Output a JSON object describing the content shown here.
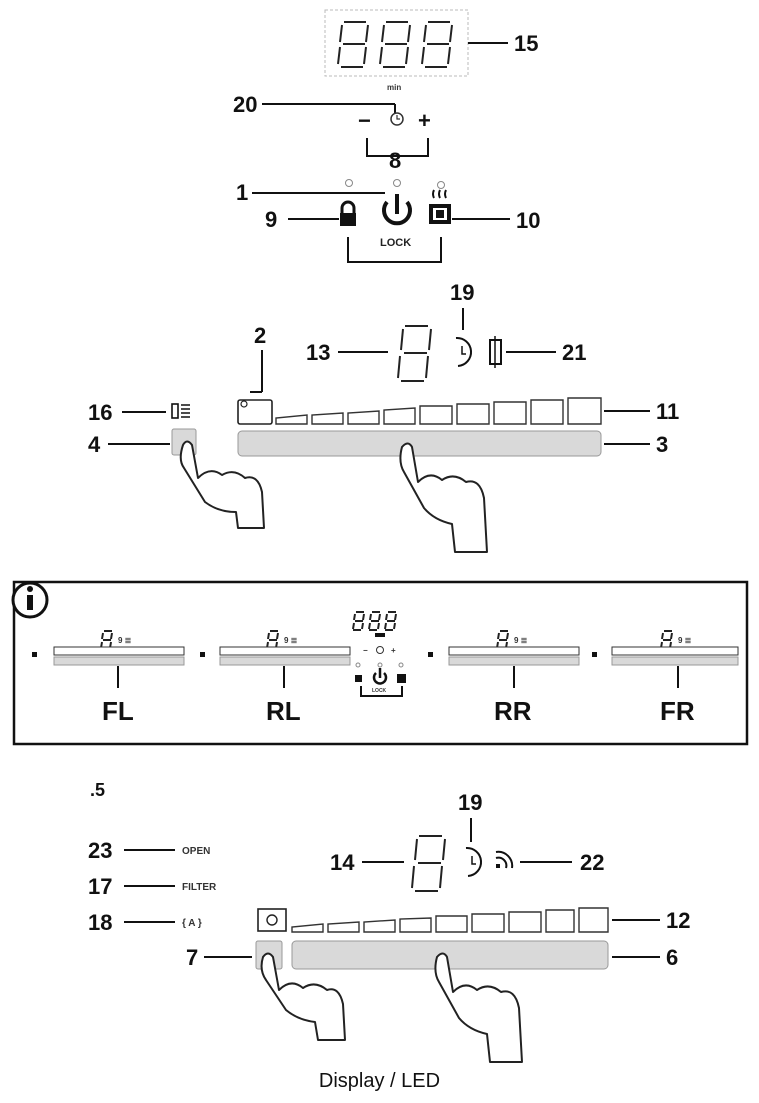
{
  "callouts": {
    "c15": "15",
    "c20": "20",
    "c8": "8",
    "c1": "1",
    "c9": "9",
    "c10": "10",
    "c19a": "19",
    "c2": "2",
    "c13": "13",
    "c21": "21",
    "c16": "16",
    "c11": "11",
    "c4": "4",
    "c3": "3",
    "c23": "23",
    "c19b": "19",
    "c14": "14",
    "c22": "22",
    "c17": "17",
    "c18": "18",
    "c12": "12",
    "c7": "7",
    "c6": "6"
  },
  "top_panel": {
    "unit": "min",
    "minus": "−",
    "plus": "+",
    "lock": "LOCK"
  },
  "info_panel": {
    "zones": [
      "FL",
      "RL",
      "RR",
      "FR"
    ],
    "lock": "LOCK",
    "minus": "−",
    "plus": "+"
  },
  "section_number": ".5",
  "hood_labels": {
    "open": "OPEN",
    "filter": "FILTER",
    "auto": "{ A }"
  },
  "caption": "Display / LED"
}
